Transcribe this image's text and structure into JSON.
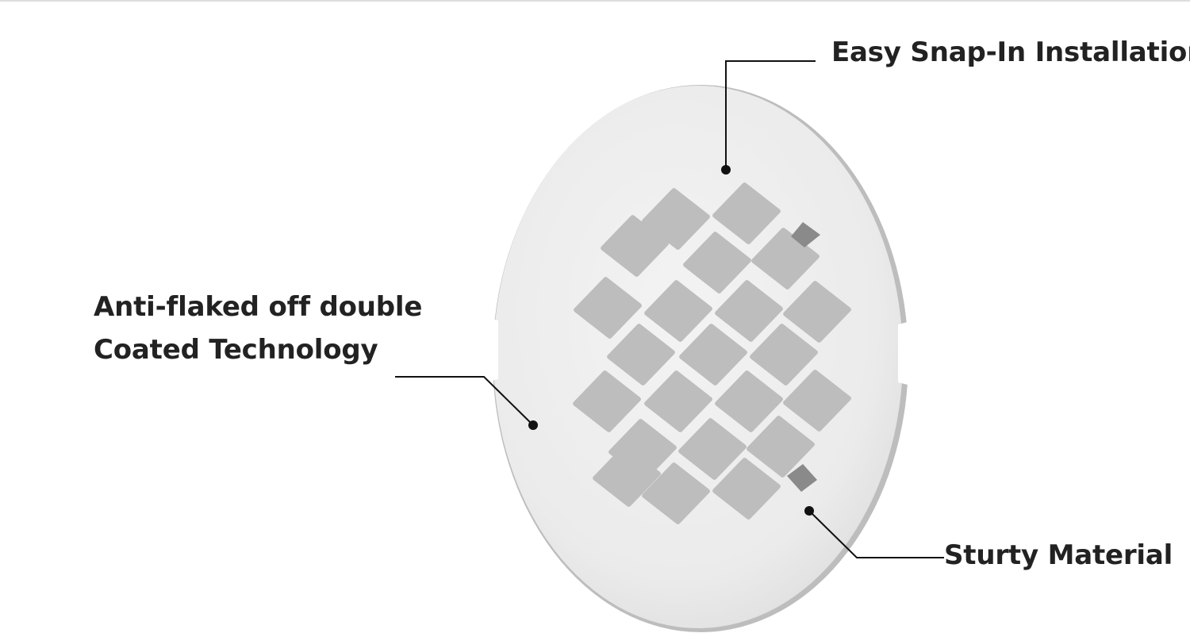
{
  "callouts": {
    "top_right": "Easy Snap-In Installation",
    "left_line1": "Anti-flaked off double",
    "left_line2": "Coated Technology",
    "bottom_right": "Sturty Material"
  },
  "colors": {
    "background": "#ffffff",
    "plate": "#ececec",
    "plate_edge": "#c9c9c9",
    "text": "#222222",
    "leader": "#111111"
  }
}
